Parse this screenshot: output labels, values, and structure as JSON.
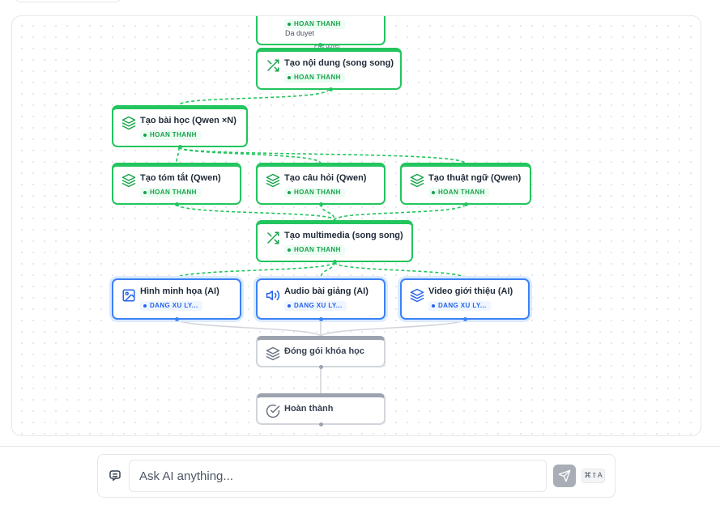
{
  "colors": {
    "done": "#22c55e",
    "processing": "#3b82f6",
    "pending": "#9ca3af"
  },
  "workflow": {
    "top_node": {
      "badge": "HOAN THANH",
      "note": "Da duyet",
      "edge_label": "Phe duyet"
    },
    "nodes": [
      {
        "id": "content",
        "title": "Tạo nội dung (song song)",
        "badge": "HOAN THANH",
        "icon": "shuffle-icon"
      },
      {
        "id": "lessons",
        "title": "Tạo bài học (Qwen ×N)",
        "badge": "HOAN THANH",
        "icon": "layers-icon"
      },
      {
        "id": "summary",
        "title": "Tạo tóm tắt (Qwen)",
        "badge": "HOAN THANH",
        "icon": "layers-icon"
      },
      {
        "id": "questions",
        "title": "Tạo câu hỏi (Qwen)",
        "badge": "HOAN THANH",
        "icon": "layers-icon"
      },
      {
        "id": "glossary",
        "title": "Tạo thuật ngữ (Qwen)",
        "badge": "HOAN THANH",
        "icon": "layers-icon"
      },
      {
        "id": "multimedia",
        "title": "Tạo multimedia (song song)",
        "badge": "HOAN THANH",
        "icon": "shuffle-icon"
      },
      {
        "id": "illustration",
        "title": "Hình minh họa (AI)",
        "badge": "DANG XU LY...",
        "icon": "image-icon"
      },
      {
        "id": "audio",
        "title": "Audio bài giảng (AI)",
        "badge": "DANG XU LY...",
        "icon": "speaker-icon"
      },
      {
        "id": "video",
        "title": "Video giới thiệu (AI)",
        "badge": "DANG XU LY...",
        "icon": "layers-icon"
      },
      {
        "id": "package",
        "title": "Đóng gói khóa học",
        "icon": "layers-icon"
      },
      {
        "id": "complete",
        "title": "Hoàn thành",
        "icon": "check-circle-icon"
      }
    ]
  },
  "chat": {
    "placeholder": "Ask AI anything...",
    "shortcut": "⌘⇧A",
    "icon": "chat-icon",
    "send_icon": "send-icon"
  }
}
